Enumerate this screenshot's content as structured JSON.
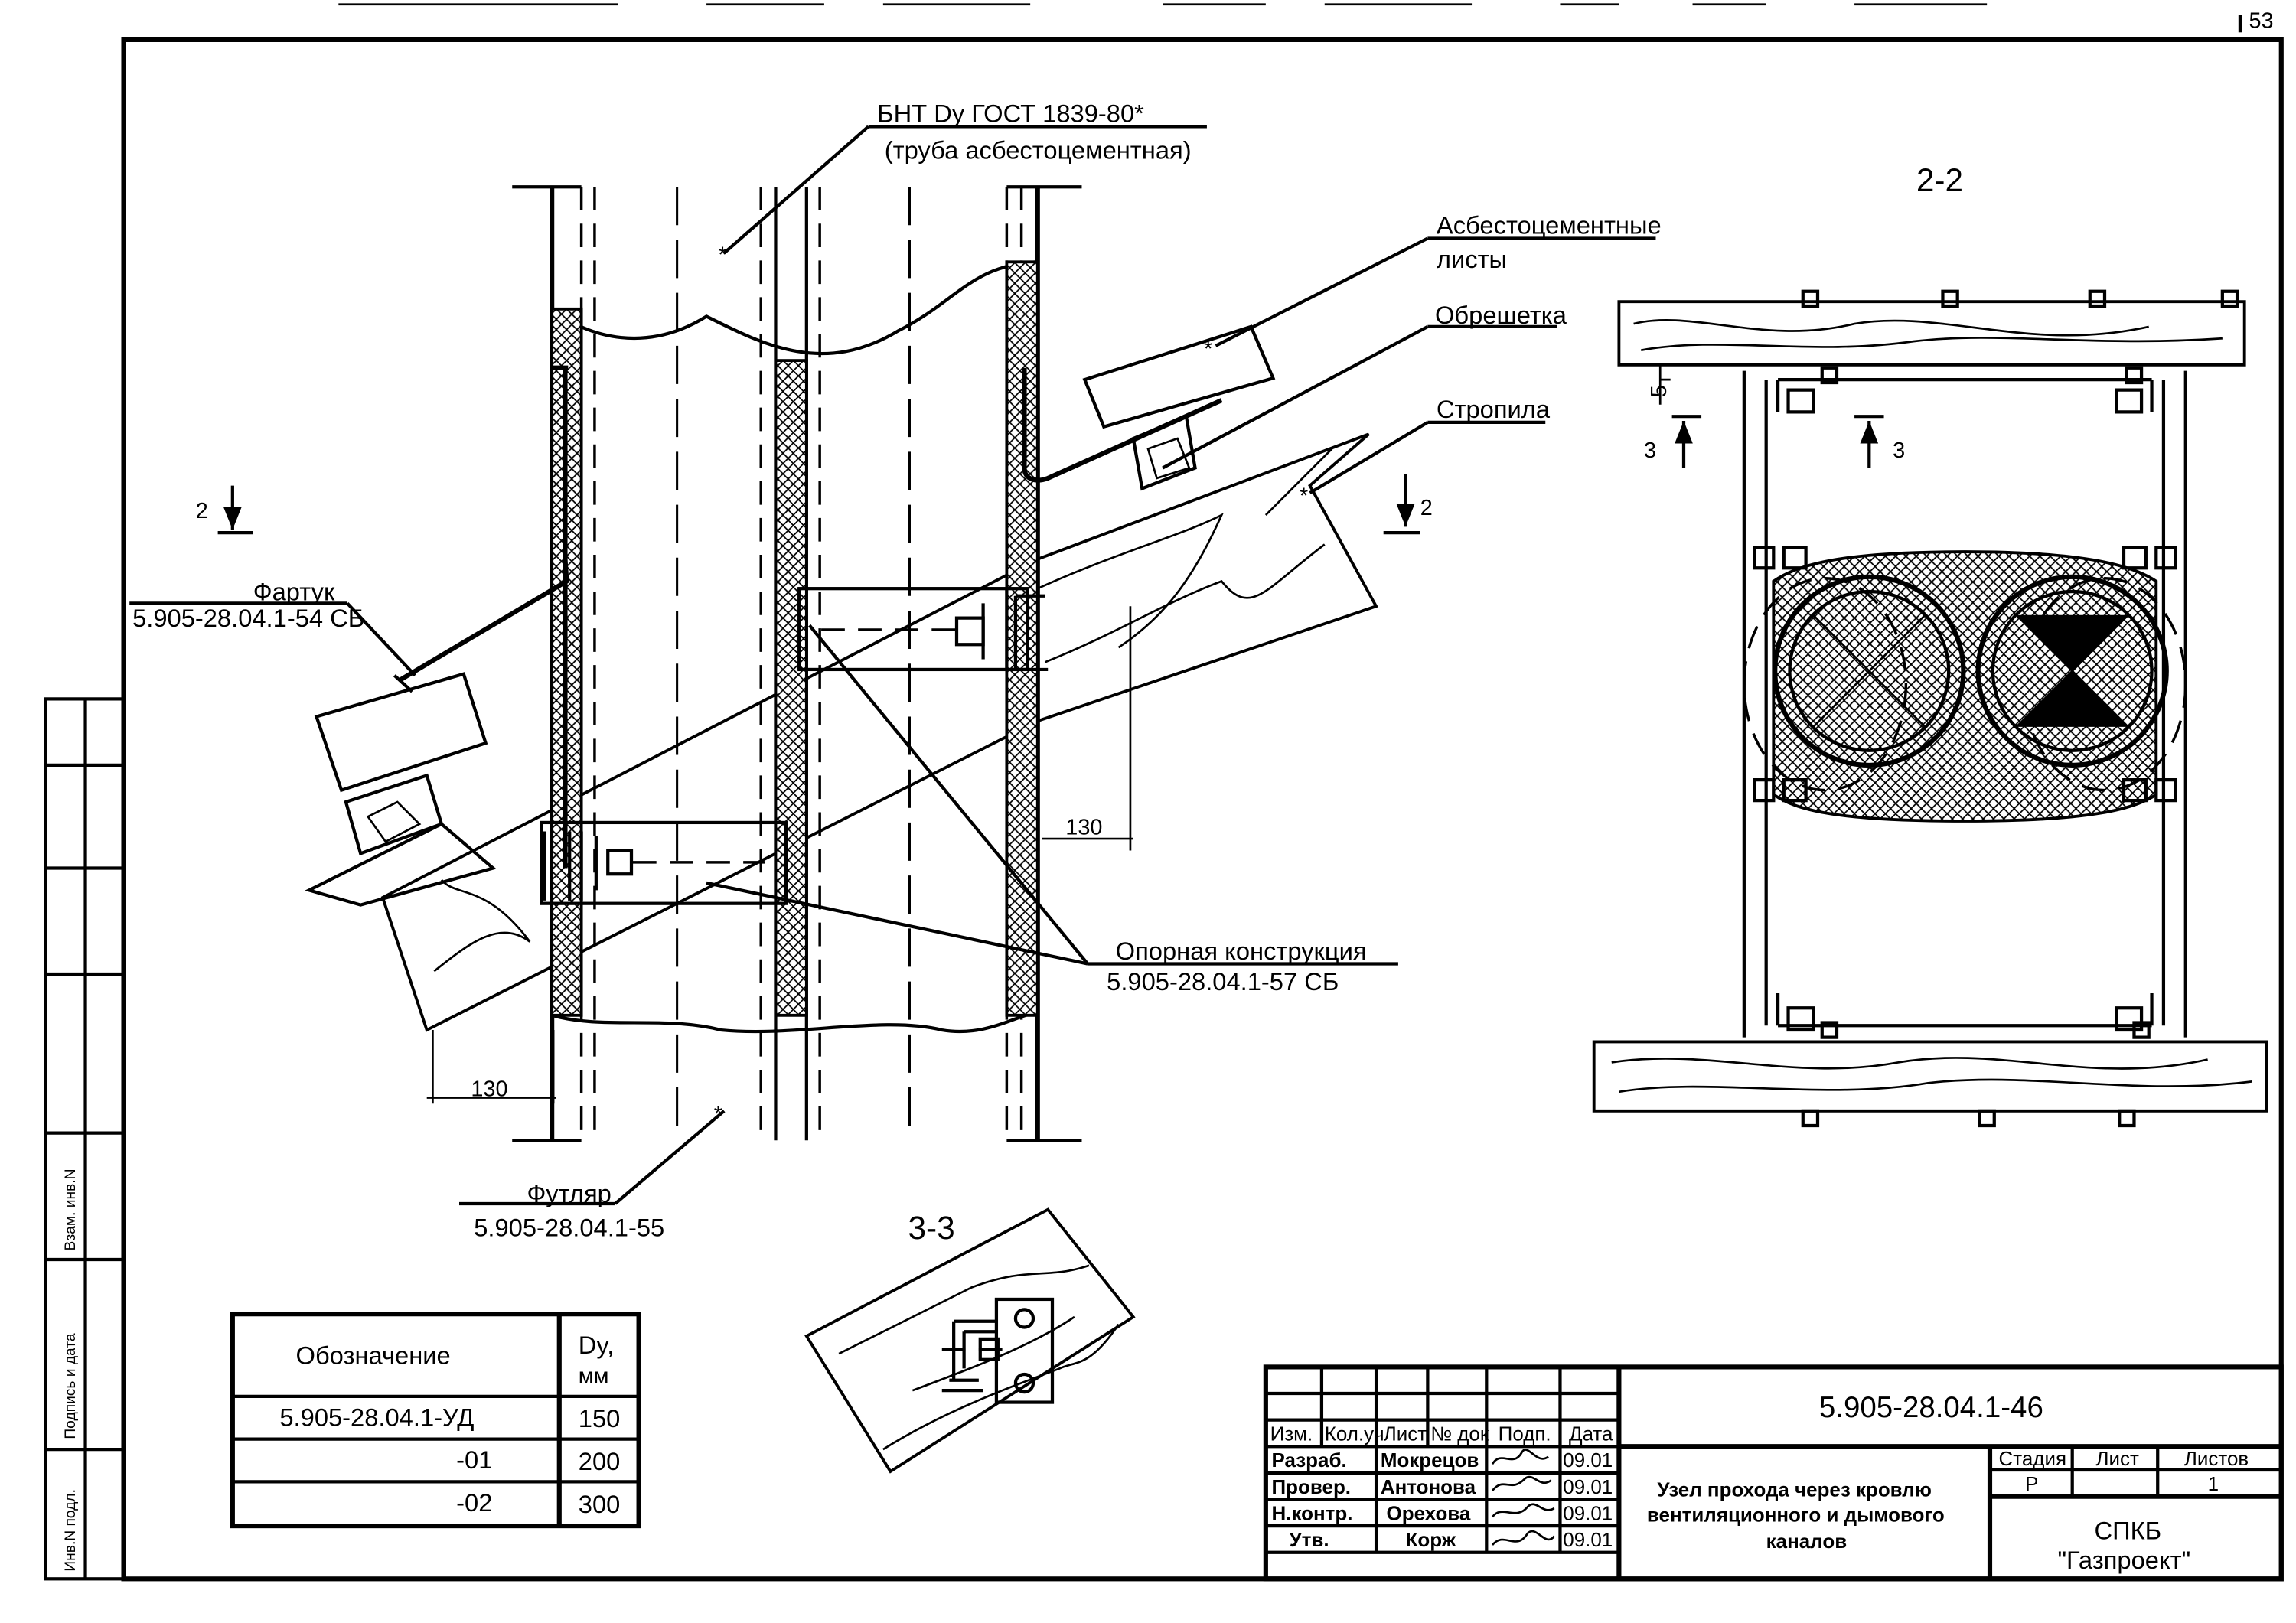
{
  "page_number": "53",
  "callouts": {
    "pipe_line1": "БНТ Dy ГОСТ 1839-80*",
    "pipe_line2": "(труба асбестоцементная)",
    "sheets_line1": "Асбестоцементные",
    "sheets_line2": "листы",
    "lathing": "Обрешетка",
    "rafters": "Стропила",
    "apron_line1": "Фартук",
    "apron_line2": "5.905-28.04.1-54 СБ",
    "support_line1": "Опорная конструкция",
    "support_line2": "5.905-28.04.1-57 СБ",
    "sleeve_line1": "Футляр",
    "sleeve_line2": "5.905-28.04.1-55"
  },
  "dimensions": {
    "right_130": "130",
    "left_130": "130",
    "gap_5": "5"
  },
  "sections": {
    "s22_title": "2-2",
    "s33_title": "3-3",
    "mark_2_left": "2",
    "mark_2_right": "2",
    "mark_3_left": "3",
    "mark_3_right": "3"
  },
  "designation_table": {
    "header_designation": "Обозначение",
    "header_dy_line1": "Dy,",
    "header_dy_line2": "мм",
    "rows": [
      {
        "designation": "5.905-28.04.1-УД",
        "dy": "150"
      },
      {
        "designation": "-01",
        "dy": "200"
      },
      {
        "designation": "-02",
        "dy": "300"
      }
    ]
  },
  "side_stamp": {
    "inv_podl": "Инв.N подл.",
    "podpis_data": "Подпись и дата",
    "vzam_inv": "Взам. инв.N"
  },
  "title_block": {
    "doc_code": "5.905-28.04.1-46",
    "header": {
      "izm": "Изм.",
      "kol_uch": "Кол.уч",
      "list": "Лист",
      "n_dok": "№ док",
      "podp": "Подп.",
      "data": "Дата"
    },
    "signers": [
      {
        "role": "Разраб.",
        "name": "Мокрецов",
        "date": "09.01"
      },
      {
        "role": "Провер.",
        "name": "Антонова",
        "date": "09.01"
      },
      {
        "role": "Н.контр.",
        "name": "Орехова",
        "date": "09.01"
      },
      {
        "role": "Утв.",
        "name": "Корж",
        "date": "09.01"
      }
    ],
    "title_line1": "Узел прохода через кровлю",
    "title_line2": "вентиляционного и дымового",
    "title_line3": "каналов",
    "stage_label": "Стадия",
    "sheet_label": "Лист",
    "sheets_label": "Листов",
    "stage_value": "Р",
    "sheets_value": "1",
    "org_line1": "СПКБ",
    "org_line2": "\"Газпроект\""
  }
}
